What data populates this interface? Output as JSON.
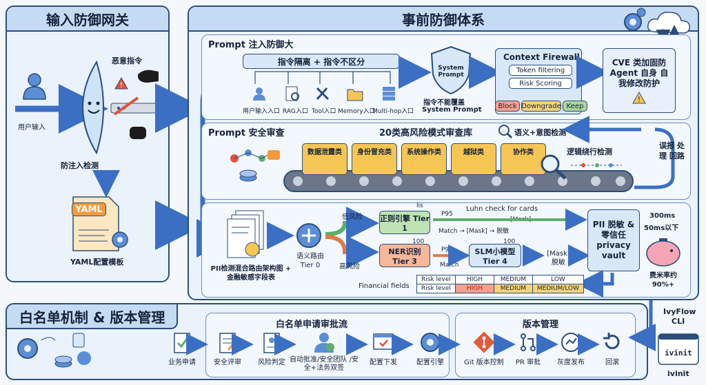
{
  "left_panel": {
    "title": "输入防御网关",
    "user_input": "用户输入",
    "malicious": "恶意指令",
    "detect": "防注入检测",
    "yaml_badge": "YAML",
    "yaml_config": "YAML配置模板"
  },
  "main_panel": {
    "title": "事前防御体系",
    "prompt_injection": {
      "title": "Prompt 注入防御大",
      "banner": "指令隔离 + 指令不区分",
      "entries": [
        "用户输入入口",
        "RAG入口",
        "Tool入口",
        "Memory入口",
        "Multi-hop入口"
      ],
      "shield": "System Prompt",
      "shield_caption_1": "指令不能覆盖",
      "shield_caption_2": "System Prompt",
      "context_firewall": "Context Firewall",
      "token_filtering": "Token filtering",
      "risk_scoring": "Risk Scoring",
      "actions": [
        "Block",
        "Downgrade",
        "Keep"
      ],
      "cve": "CVE 类加固防 Agent 自身 自我修改防护"
    },
    "audit": {
      "title": "Prompt 安全审查",
      "library": "20类高风险模式审查库",
      "semantic": "语义+意图检测",
      "categories": [
        "数据泄露类",
        "身份冒充类",
        "系统操作类",
        "越狱类",
        "协作类"
      ],
      "logic": "逻辑绕行检测",
      "feedback": "误报 处理 回路"
    },
    "pii": {
      "docs_label": "PII检测混合路由架构图 + 金融敏感字段表",
      "router": "语义路由 Tier 0",
      "low_risk": "低风险",
      "high_risk": "高风险",
      "tier1": "正则引擎 Tier 1",
      "tier1_badge": "lis",
      "tier3": "NER识别 Tier 3",
      "tier3_badge": "100",
      "p95_1": "P95",
      "p95_2": "P95",
      "luhn": "Luhn check for cards",
      "mask1": "[Mask]",
      "match1": "Match → [Mask] → 脱敏",
      "match2": "Match",
      "tier4": "SLM小模型 Tier 4",
      "tier4_badge": "100",
      "mask2": "[Mask] 脱敏",
      "vault": "PII 脱敏 & 零信任 privacy vault",
      "latency_1": "300ms",
      "latency_2": "50ms以下",
      "cost": "费米率约 90%+",
      "financial_fields": "Financial fields",
      "risk_table": [
        [
          "Risk level",
          "HIGH",
          "MEDIUM",
          "LOW"
        ],
        [
          "Risk level",
          "HIGH",
          "MEDIUM",
          "MEDIUM/LOW"
        ]
      ]
    }
  },
  "bottom_panel": {
    "title": "白名单机制 & 版本管理",
    "whitelist_title": "白名单申请审批流",
    "steps": [
      "业务申请",
      "安全评审",
      "风险判定",
      "自动批准/安全团队 /安全+法务双签",
      "配置下发",
      "配置引擎"
    ],
    "version_title": "版本管理",
    "version_steps": [
      "Git 版本控制",
      "PR 审批",
      "灰度发布",
      "回滚"
    ]
  },
  "cli": {
    "title_1": "IvyFlow",
    "title_2": "CLI",
    "screen": "ivinit",
    "caption": "ivinit"
  },
  "colors": {
    "panel_border": "#2b4d7a",
    "header_fill": "#c5dbf3",
    "arrow": "#3b6fc4",
    "tile": "#f6c654",
    "green": "#bfe3b4",
    "orange": "#f7b79b",
    "block": "#f4a08f",
    "downgrade": "#f6d37a",
    "keep": "#a9d79a"
  }
}
